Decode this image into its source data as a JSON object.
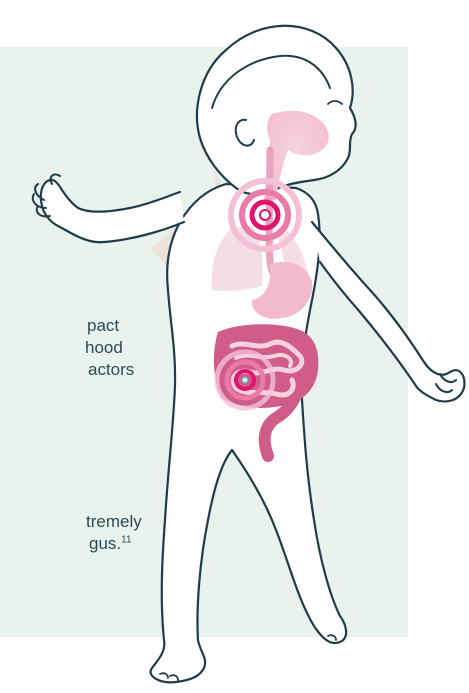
{
  "text_blocks": [
    {
      "lines": [
        "pact",
        "hood",
        "actors"
      ]
    },
    {
      "lines": [
        "tremely",
        "gus."
      ],
      "reference": "11"
    }
  ],
  "colors": {
    "panel_bg": "#e9f2ec",
    "outline": "#1f3c4d",
    "text": "#2c4a57",
    "accent_magenta": "#e0136f",
    "organ_pink": "#f2b9cf",
    "intestine": "#cf5d87",
    "lungs": "#f3dde6",
    "shadow": "#ecdfd8"
  },
  "icons": [
    "baby-body-illustration",
    "target-ring-icon"
  ]
}
